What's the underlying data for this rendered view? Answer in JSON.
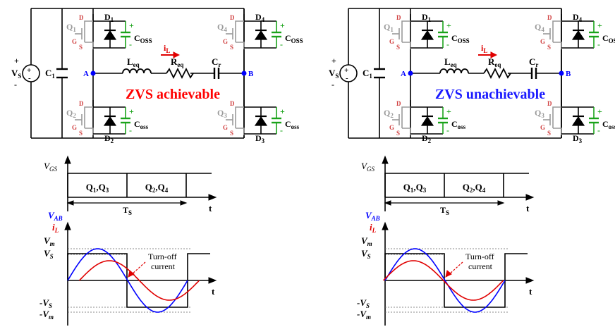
{
  "panels": [
    {
      "id": "left",
      "circuit": {
        "source_plus": "+",
        "source_label": "V",
        "source_sub": "S",
        "source_minus": "-",
        "cap_in": "C",
        "cap_in_sub": "1",
        "node_a": "A",
        "node_b": "B",
        "inductor": "L",
        "inductor_sub": "eq",
        "resistor": "R",
        "resistor_sub": "eq",
        "cap_r": "C",
        "cap_r_sub": "r",
        "current": "i",
        "current_sub": "L",
        "status": "ZVS achievable",
        "status_color": "#ff0000",
        "switches": [
          {
            "q": "Q",
            "q_sub": "1",
            "d": "D",
            "d_sub": "1",
            "coss": "C",
            "coss_sub": "OSS"
          },
          {
            "q": "Q",
            "q_sub": "4",
            "d": "D",
            "d_sub": "4",
            "coss": "C",
            "coss_sub": "OSS"
          },
          {
            "q": "Q",
            "q_sub": "2",
            "d": "D",
            "d_sub": "2",
            "coss": "C",
            "coss_sub": "oss"
          },
          {
            "q": "Q",
            "q_sub": "3",
            "d": "D",
            "d_sub": "3",
            "coss": "C",
            "coss_sub": "oss"
          }
        ],
        "pin_d": "D",
        "pin_g": "G",
        "pin_s": "S"
      },
      "timing": {
        "vgs": "V",
        "vgs_sub": "GS",
        "phase1": "Q",
        "phase1_a": "1",
        "phase1_b": "Q",
        "phase1_c": "3",
        "phase2": "Q",
        "phase2_a": "2",
        "phase2_b": "Q",
        "phase2_c": "4",
        "period": "T",
        "period_sub": "S",
        "t": "t"
      },
      "waveform": {
        "vab": "V",
        "vab_sub": "AB",
        "il": "i",
        "il_sub": "L",
        "vm": "V",
        "vm_sub": "m",
        "vs": "V",
        "vs_sub": "S",
        "neg_vs": "-V",
        "neg_vs_sub": "S",
        "neg_vm": "-V",
        "neg_vm_sub": "m",
        "t": "t",
        "annot1": "Turn-off",
        "annot2": "current",
        "current_phase_deg": 35
      }
    },
    {
      "id": "right",
      "circuit": {
        "source_plus": "+",
        "source_label": "V",
        "source_sub": "S",
        "source_minus": "-",
        "cap_in": "C",
        "cap_in_sub": "1",
        "node_a": "A",
        "node_b": "B",
        "inductor": "L",
        "inductor_sub": "eq",
        "resistor": "R",
        "resistor_sub": "eq",
        "cap_r": "C",
        "cap_r_sub": "r",
        "current": "i",
        "current_sub": "L",
        "status": "ZVS unachievable",
        "status_color": "#1a1aff",
        "switches": [
          {
            "q": "Q",
            "q_sub": "1",
            "d": "D",
            "d_sub": "1",
            "coss": "C",
            "coss_sub": "OSS"
          },
          {
            "q": "Q",
            "q_sub": "4",
            "d": "D",
            "d_sub": "4",
            "coss": "C",
            "coss_sub": "OSS"
          },
          {
            "q": "Q",
            "q_sub": "2",
            "d": "D",
            "d_sub": "2",
            "coss": "C",
            "coss_sub": "oss"
          },
          {
            "q": "Q",
            "q_sub": "3",
            "d": "D",
            "d_sub": "3",
            "coss": "C",
            "coss_sub": "oss"
          }
        ],
        "pin_d": "D",
        "pin_g": "G",
        "pin_s": "S"
      },
      "timing": {
        "vgs": "V",
        "vgs_sub": "GS",
        "phase1": "Q",
        "phase1_a": "1",
        "phase1_b": "Q",
        "phase1_c": "3",
        "phase2": "Q",
        "phase2_a": "2",
        "phase2_b": "Q",
        "phase2_c": "4",
        "period": "T",
        "period_sub": "S",
        "t": "t"
      },
      "waveform": {
        "vab": "V",
        "vab_sub": "AB",
        "il": "i",
        "il_sub": "L",
        "vm": "V",
        "vm_sub": "m",
        "vs": "V",
        "vs_sub": "S",
        "neg_vs": "-V",
        "neg_vs_sub": "S",
        "neg_vm": "-V",
        "neg_vm_sub": "m",
        "t": "t",
        "annot1": "Turn-off",
        "annot2": "current",
        "current_phase_deg": -5
      }
    }
  ],
  "colors": {
    "vab_wave": "#0000ff",
    "il_wave": "#e00000",
    "coss": "#1aa31a",
    "switch_gray": "#9a9a9a",
    "pin_red": "#d04040",
    "node": "#0000ff"
  }
}
